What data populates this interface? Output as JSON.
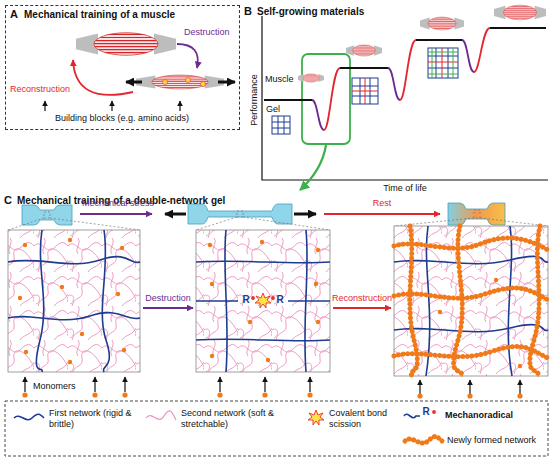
{
  "diagram": {
    "nodes": [
      {
        "text": [
          "A",
          "Mechanical training of a muscle"
        ]
      }
    ],
    "labels": [
      "Destruction",
      "Reconstruction",
      "Building blocks (e.g. amino acids)",
      "B",
      "Self-growing materials",
      "Performance",
      "Time of life",
      "Muscle",
      "Gel",
      "C",
      "Mechanical training of a double-network gel",
      "Mechanical stress",
      "Rest",
      "Destruction",
      "Reconstruction",
      "Monomers",
      "R",
      "R",
      "R"
    ],
    "legend": [
      {
        "text": "First network (rigid & brittle)"
      },
      {
        "text": "Second network (soft & stretchable)"
      },
      {
        "text": "Covalent bond scission"
      },
      {
        "text": "Mechanoradical"
      },
      {
        "text": "Newly formed network"
      }
    ]
  }
}
